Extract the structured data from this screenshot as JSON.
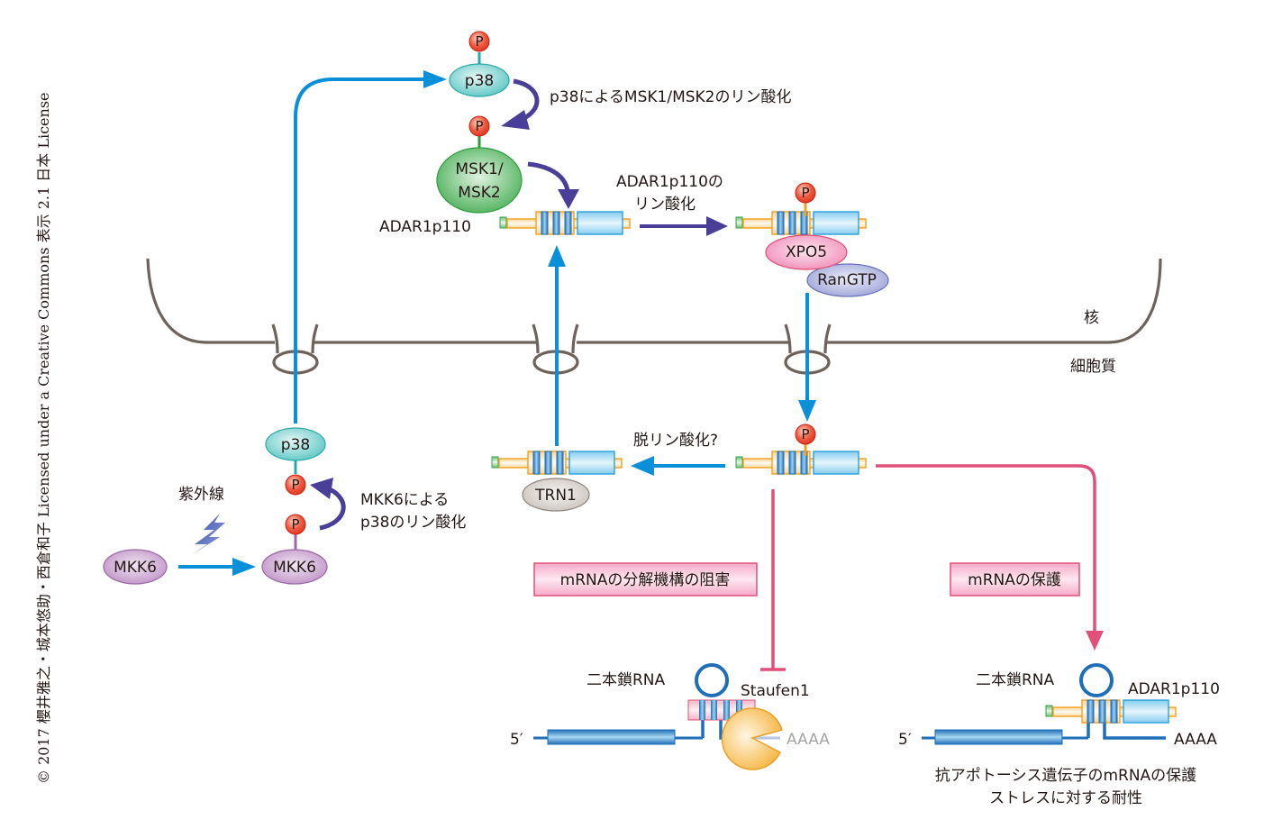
{
  "credit": "© 2017 櫻井雅之・城本悠助・西倉和子 Licensed under a Creative Commons 表示 2.1 日本 License",
  "colors": {
    "blue_arrow": "#0a8fd9",
    "purple_arrow": "#4a3f98",
    "pink_arrow": "#e0507a",
    "membrane": "#6e625c",
    "phospho_fill": "#e8432c",
    "p38_fill": "#5cc6c4",
    "msk_fill": "#4cb05a",
    "mkk6_fill": "#c294c9",
    "xpo5_fill": "#f08cb6",
    "rangtp_fill": "#9fa4d6",
    "trn1_fill": "#cfc9c4",
    "staufen_fill": "#f5b944",
    "label_box_fill": "#f6b6cf",
    "label_box_border": "#e0507a"
  },
  "compartments": {
    "nucleus": "核",
    "cytoplasm": "細胞質"
  },
  "molecules": {
    "phospho": "P",
    "p38_nuclear": "p38",
    "msk": "MSK1/\nMSK2",
    "msk_line1": "MSK1/",
    "msk_line2": "MSK2",
    "adar_label": "ADAR1p110",
    "xpo5": "XPO5",
    "rangtp": "RanGTP",
    "p38_cyto": "p38",
    "mkk6_inactive": "MKK6",
    "mkk6_active": "MKK6",
    "trn1": "TRN1",
    "staufen": "Staufen1"
  },
  "annotations": {
    "p38_msk_phos": "p38によるMSK1/MSK2のリン酸化",
    "adar_phos_line1": "ADAR1p110の",
    "adar_phos_line2": "リン酸化",
    "uv": "紫外線",
    "mkk6_p38_line1": "MKK6による",
    "mkk6_p38_line2": "p38のリン酸化",
    "dephos": "脱リン酸化?",
    "inhibit_box": "mRNAの分解機構の阻害",
    "protect_box": "mRNAの保護",
    "dsrna_left": "二本鎖RNA",
    "dsrna_right": "二本鎖RNA",
    "adar_right": "ADAR1p110",
    "five_prime_left": "5′",
    "five_prime_right": "5′",
    "polya_left": "AAAA",
    "polya_right": "AAAA",
    "outcome_line1": "抗アポトーシス遺伝子のmRNAの保護",
    "outcome_line2": "ストレスに対する耐性"
  }
}
